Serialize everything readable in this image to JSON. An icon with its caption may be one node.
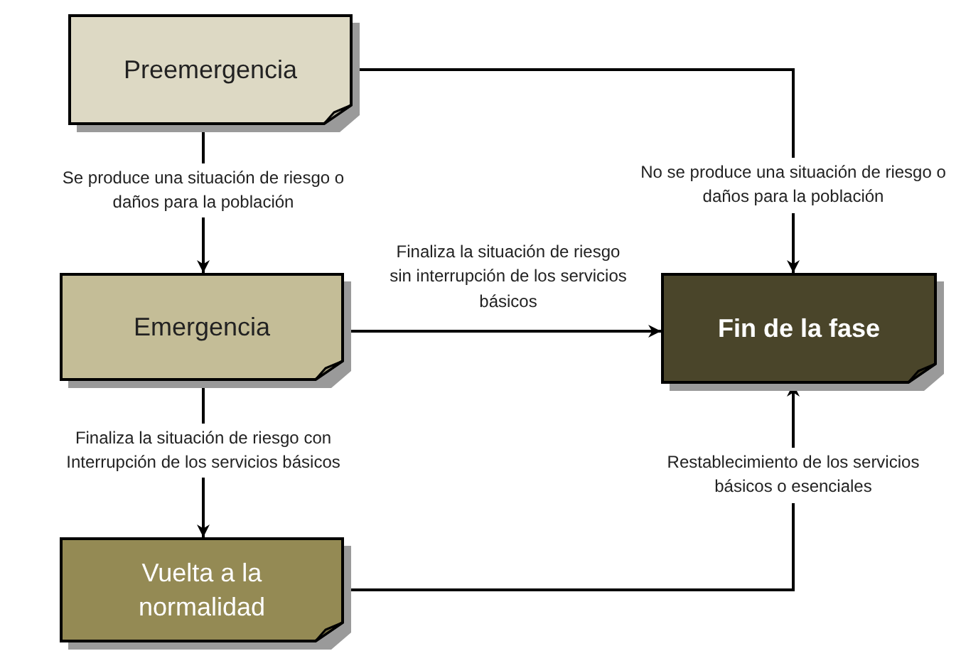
{
  "diagram": {
    "nodes": [
      {
        "text": [
          "Preemergencia"
        ]
      },
      {
        "text": [
          "Emergencia"
        ]
      },
      {
        "text": [
          "Vuelta a la normalidad"
        ]
      },
      {
        "text": [
          "Fin de la fase"
        ]
      }
    ],
    "edges": [
      {
        "from": 0,
        "to": 1,
        "arrow": "to",
        "label": "Se produce una situación de riesgo o daños para la población"
      },
      {
        "from": 0,
        "to": 3,
        "arrow": "to",
        "label": "No se produce una situación de riesgo o daños para la población"
      },
      {
        "from": 1,
        "to": 3,
        "arrow": "to",
        "label": "Finaliza la situación de riesgo sin interrupción de los servicios básicos"
      },
      {
        "from": 1,
        "to": 2,
        "arrow": "to",
        "label": "Finaliza la situación de riesgo con Interrupción de los servicios básicos"
      },
      {
        "from": 2,
        "to": 3,
        "arrow": "to",
        "label": "Restablecimiento de los servicios básicos o esenciales"
      }
    ]
  }
}
